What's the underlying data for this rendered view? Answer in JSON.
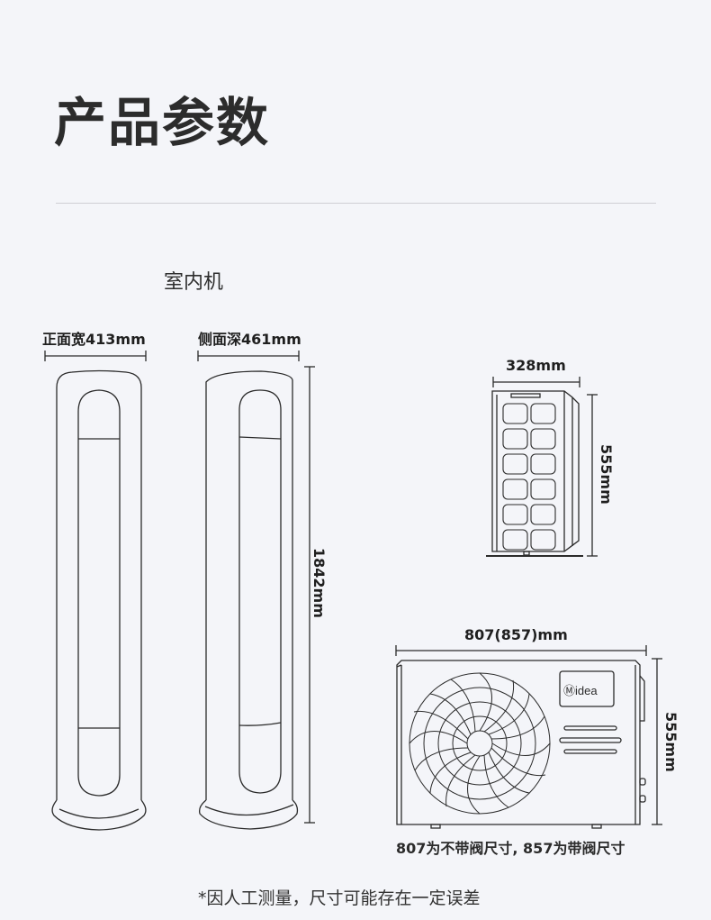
{
  "page": {
    "title": "产品参数",
    "indoor_label": "室内机",
    "footnote": "*因人工测量，尺寸可能存在一定误差"
  },
  "indoor_unit": {
    "front_width_label": "正面宽413mm",
    "side_depth_label": "侧面深461mm",
    "height_label": "1842mm"
  },
  "outdoor_unit": {
    "side_width_label": "328mm",
    "side_height_label": "555mm",
    "front_width_label": "807(857)mm",
    "front_height_label": "555mm",
    "brand_logo": "Midea",
    "valve_note": "807为不带阀尺寸, 857为带阀尺寸"
  },
  "colors": {
    "background": "#f4f5f9",
    "line": "#2b2b2b",
    "divider": "#cfcfd4"
  }
}
